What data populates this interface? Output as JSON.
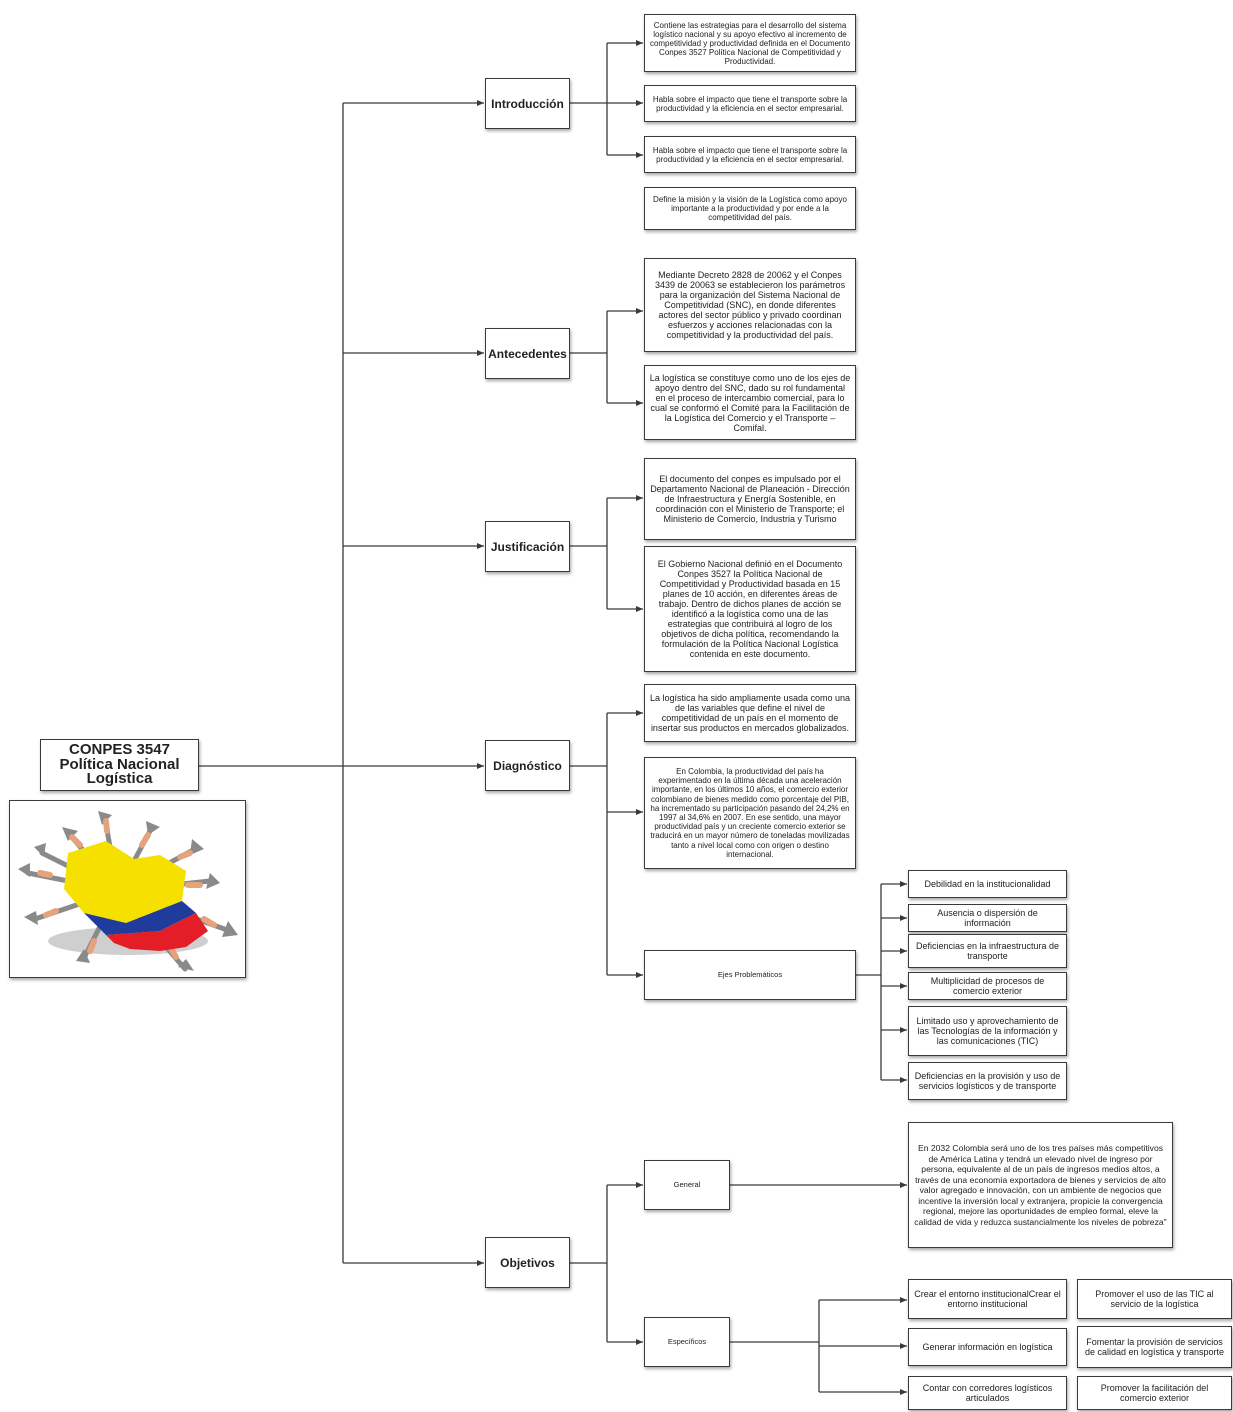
{
  "root": {
    "lines": [
      "CONPES 3547",
      "Política Nacional",
      "Logística"
    ]
  },
  "branches": {
    "introduccion": {
      "label": "Introducción",
      "items": [
        "Contiene las estrategias para el desarrollo del sistema logístico nacional y su apoyo efectivo al incremento de competitividad y productividad definida en el Documento Conpes 3527 Política Nacional de Competitividad y Productividad.",
        "Habla sobre el impacto que tiene el transporte sobre la productividad y la eficiencia en el sector empresarial.",
        "Habla sobre el impacto que tiene el transporte sobre la productividad y la eficiencia en el sector empresarial.",
        "Define la misión y la visión de la Logística como apoyo importante a la productividad y por ende a la competitividad del país."
      ]
    },
    "antecedentes": {
      "label": "Antecedentes",
      "items": [
        "Mediante Decreto 2828 de 20062 y el Conpes 3439 de 20063 se establecieron los parámetros para la organización del Sistema Nacional de Competitividad (SNC), en donde diferentes actores del sector público y privado coordinan esfuerzos y acciones relacionadas con la competitividad y la productividad del país.",
        "La logística se constituye como uno de los ejes de apoyo dentro del SNC, dado su rol fundamental en el proceso de intercambio comercial, para lo cual se conformó el Comité para la Facilitación de la Logística del Comercio y el Transporte – Comifal."
      ]
    },
    "justificacion": {
      "label": "Justificación",
      "items": [
        "El documento del conpes es impulsado por el Departamento Nacional de Planeación - Dirección de Infraestructura y Energía Sostenible, en coordinación con el Ministerio de Transporte; el Ministerio de Comercio, Industria y Turismo",
        "El Gobierno Nacional definió en el Documento Conpes 3527 la Política Nacional de Competitividad y Productividad basada en 15 planes de 10 acción, en diferentes áreas de trabajo. Dentro de dichos planes de acción se identificó a la logística como una de las estrategias que contribuirá al logro de los objetivos de dicha política, recomendando la formulación de la Política Nacional Logística contenida en este documento."
      ]
    },
    "diagnostico": {
      "label": "Diagnóstico",
      "items": [
        "La logística ha sido ampliamente usada como una de las variables que define el nivel de competitividad de un país en el momento de insertar sus productos en mercados globalizados.",
        "En Colombia, la productividad del país ha experimentado en la última década una aceleración importante, en los últimos 10 años, el comercio exterior colombiano de bienes medido como porcentaje del PIB, ha incrementado su participación pasando del 24,2% en 1997 al 34,6% en 2007. En ese sentido, una mayor productividad país y un creciente comercio exterior se traducirá en un mayor número de toneladas movilizadas tanto a nivel local como con origen o destino internacional."
      ],
      "ejes": {
        "label": "Ejes Problemáticos",
        "items": [
          "Debilidad en la institucionalidad",
          "Ausencia o dispersión de información",
          "Deficiencias en la infraestructura de transporte",
          "Multiplicidad de procesos de comercio exterior",
          "Limitado uso y aprovechamiento de las Tecnologías de la información y las comunicaciones (TIC)",
          "Deficiencias en la provisión y uso de servicios logísticos y de transporte"
        ]
      }
    },
    "objetivos": {
      "label": "Objetivos",
      "general": {
        "label": "General",
        "text": "En 2032 Colombia será uno de los tres países más competitivos de América Latina y tendrá un elevado nivel de ingreso por persona, equivalente al de un país de ingresos medios altos, a través de una economía exportadora de bienes y servicios de alto valor agregado e innovación, con un ambiente de negocios que incentive la inversión local y extranjera, propicie la convergencia regional, mejore las oportunidades de empleo formal, eleve la calidad de vida y reduzca sustancialmente los niveles de pobreza\""
      },
      "especificos": {
        "label": "Específicos",
        "items": [
          "Crear el entorno institucionalCrear el entorno institucional",
          "Promover el uso de las TIC al servicio de la logística",
          "Generar información en logística",
          "Fomentar la provisión de servicios de calidad en logística y transporte",
          "Contar con corredores logísticos articulados",
          "Promover la facilitación del comercio exterior"
        ]
      }
    }
  },
  "image": {
    "icon": "colombia-map-arrows-icon"
  },
  "colors": {
    "flag_yellow": "#f5e000",
    "flag_blue": "#1f3c9c",
    "flag_red": "#e41e26",
    "line": "#3a3a3a"
  }
}
